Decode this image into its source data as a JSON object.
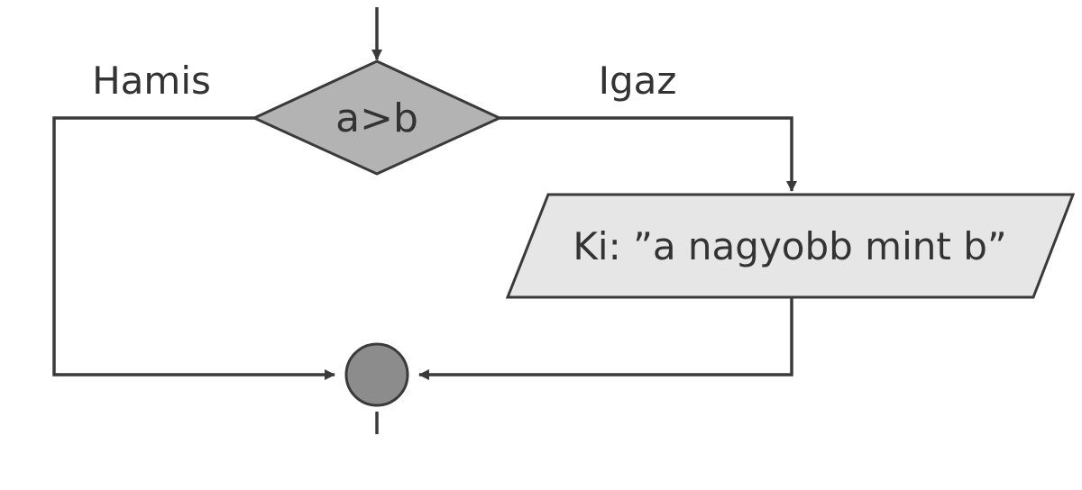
{
  "diagram": {
    "type": "flowchart",
    "decision": {
      "condition": "a>b",
      "false_branch_label": "Hamis",
      "true_branch_label": "Igaz"
    },
    "output": {
      "text": "Ki: ”a nagyobb mint b”"
    },
    "colors": {
      "line": "#3a3a3a",
      "decision_fill": "#b3b3b3",
      "output_fill": "#e6e6e6",
      "connector_fill": "#8c8c8c",
      "text": "#333333"
    }
  }
}
